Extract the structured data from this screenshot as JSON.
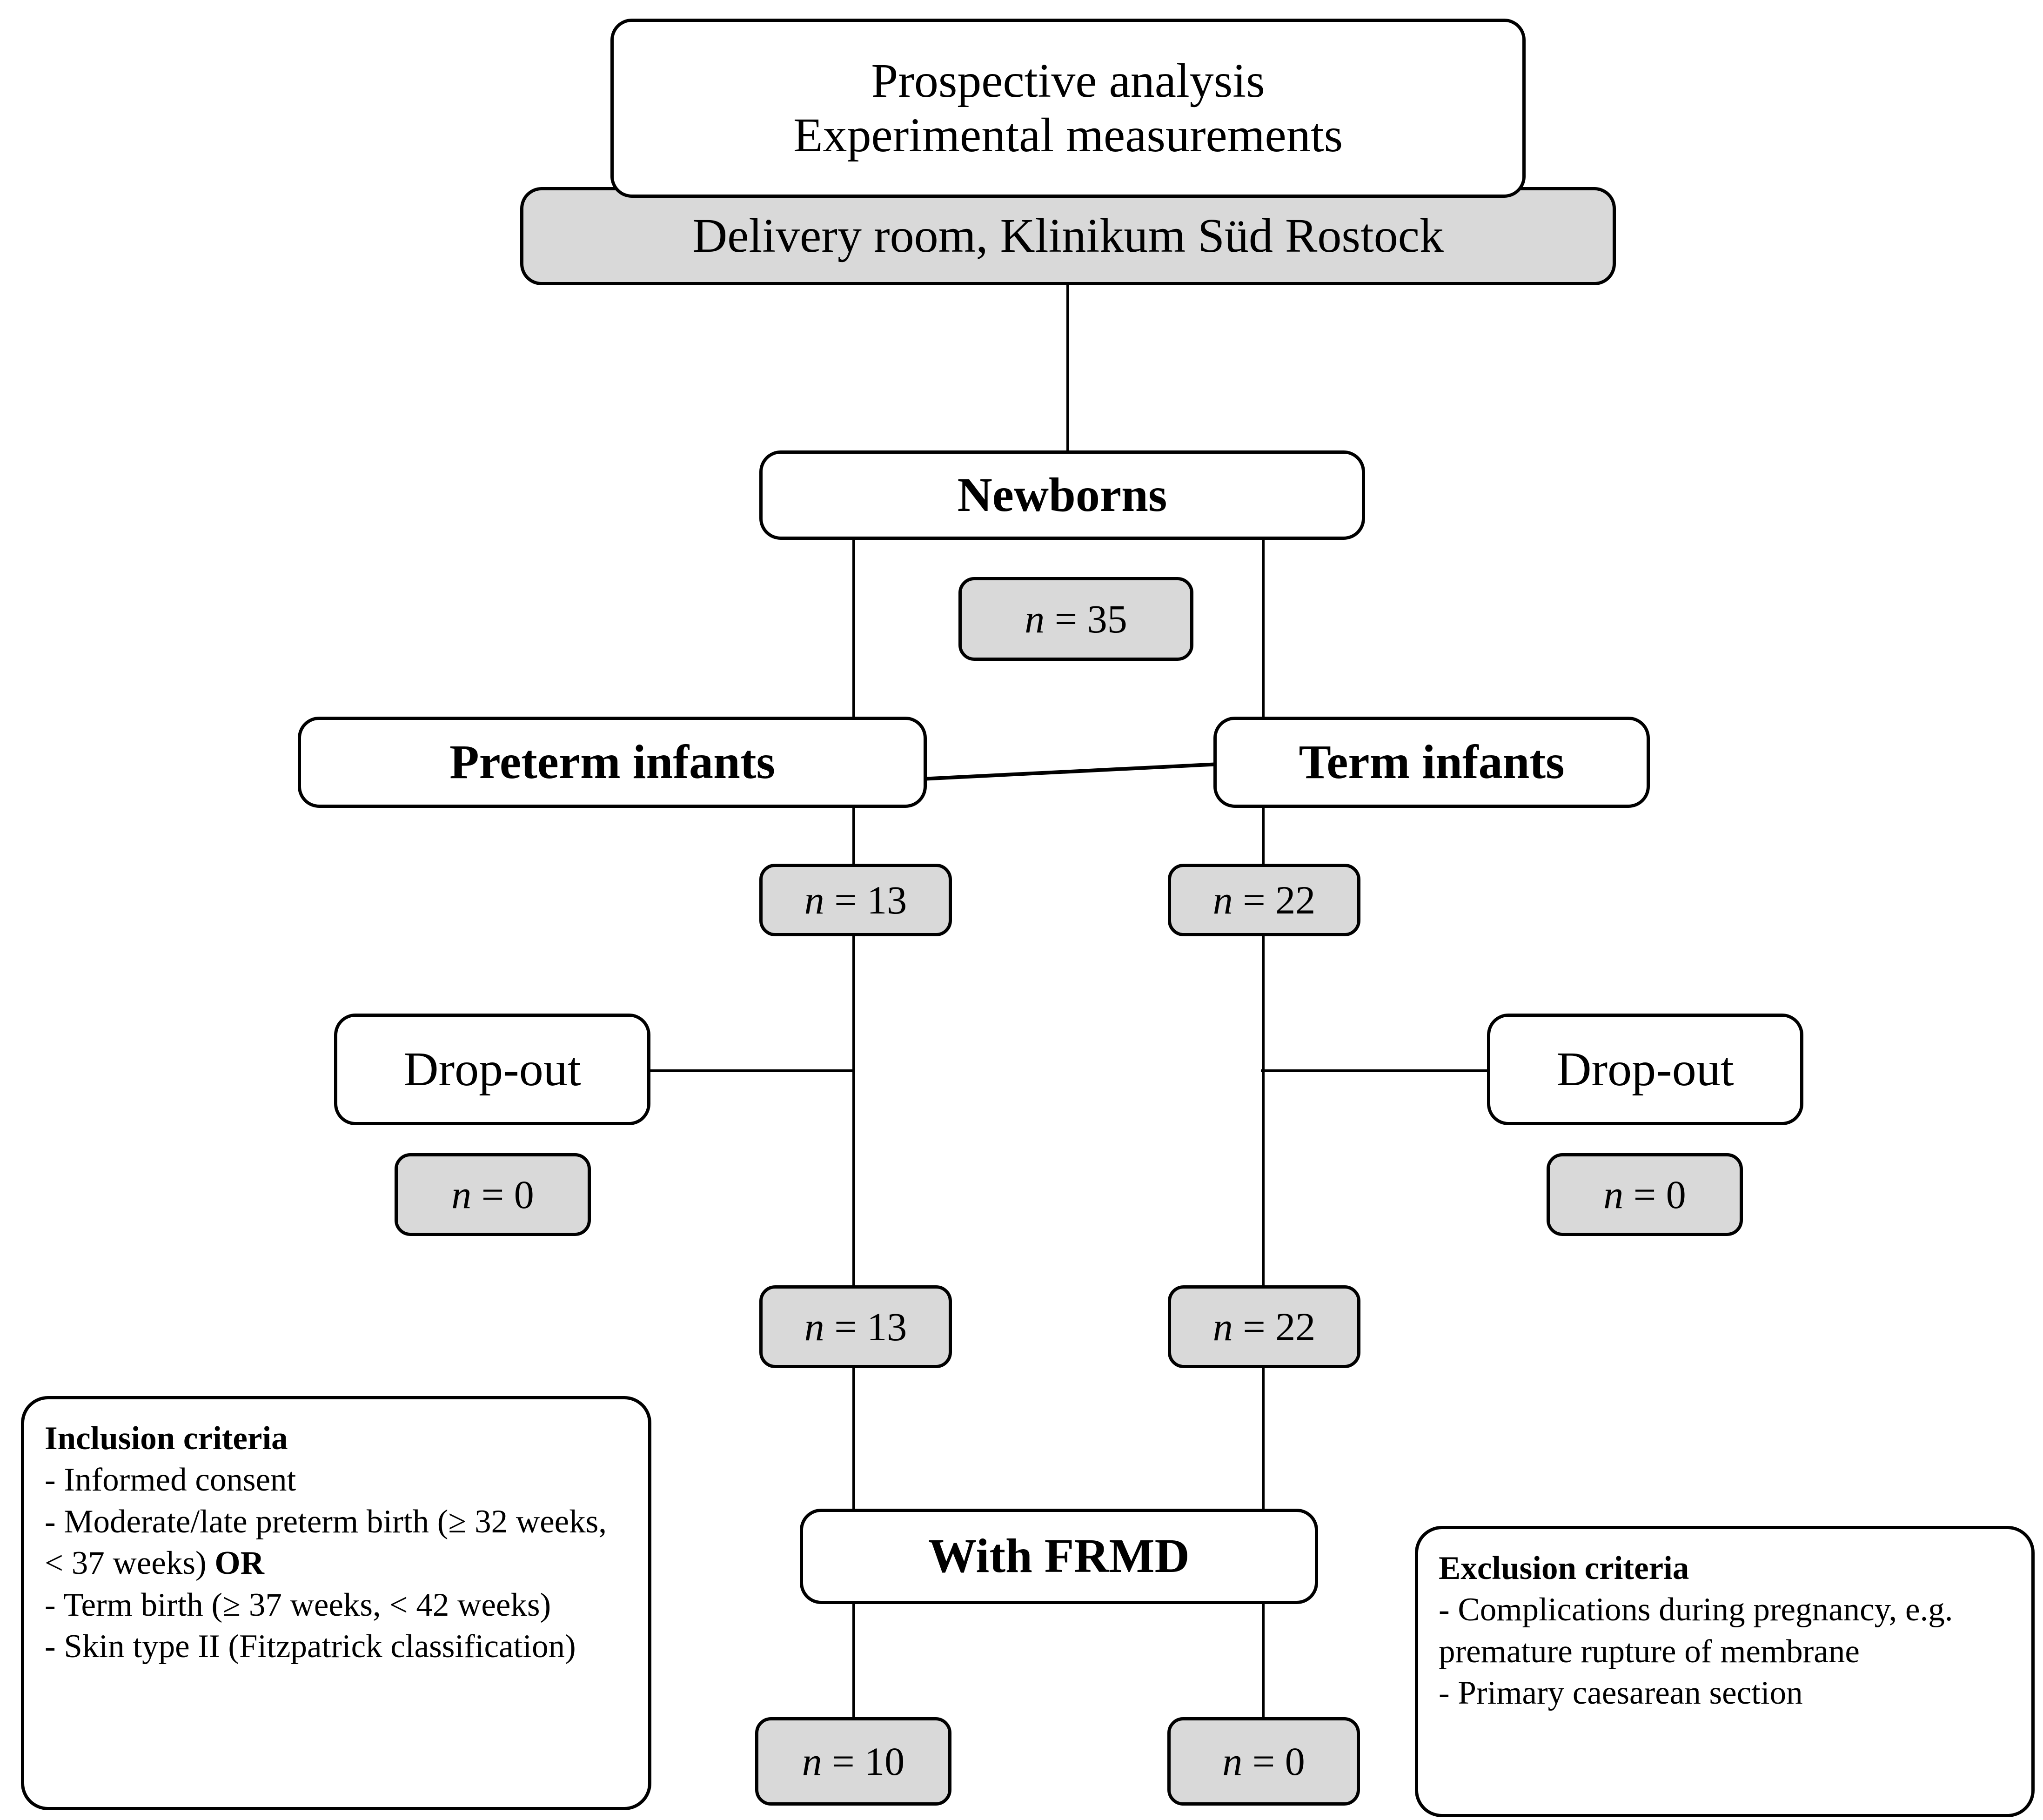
{
  "diagram": {
    "title_box": {
      "line1": "Prospective analysis",
      "line2": "Experimental measurements"
    },
    "setting_box": {
      "label": "Delivery room, Klinikum Süd Rostock"
    },
    "newborns_box": {
      "label": "Newborns"
    },
    "newborns_count": {
      "var": "n",
      "eq": " = ",
      "value": "35"
    },
    "preterm_box": {
      "label": "Preterm infants"
    },
    "term_box": {
      "label": "Term infants"
    },
    "preterm_count": {
      "var": "n",
      "eq": " = ",
      "value": "13"
    },
    "term_count": {
      "var": "n",
      "eq": " = ",
      "value": "22"
    },
    "dropout_left": {
      "label": "Drop-out"
    },
    "dropout_right": {
      "label": "Drop-out"
    },
    "dropout_left_count": {
      "var": "n",
      "eq": " = ",
      "value": "0"
    },
    "dropout_right_count": {
      "var": "n",
      "eq": " = ",
      "value": "0"
    },
    "preterm_after_count": {
      "var": "n",
      "eq": " = ",
      "value": "13"
    },
    "term_after_count": {
      "var": "n",
      "eq": " = ",
      "value": "22"
    },
    "frmd_box": {
      "label": "With FRMD"
    },
    "frmd_preterm_count": {
      "var": "n",
      "eq": " = ",
      "value": "10"
    },
    "frmd_term_count": {
      "var": "n",
      "eq": " = ",
      "value": "0"
    },
    "inclusion": {
      "heading": "Inclusion criteria",
      "items": [
        "- Informed consent",
        "- Moderate/late preterm birth (≥ 32 weeks, < 37 weeks) ",
        "- Term birth (≥ 37 weeks, < 42 weeks)",
        "- Skin type II (Fitzpatrick classification)"
      ],
      "or_token": "OR"
    },
    "exclusion": {
      "heading": "Exclusion criteria",
      "items": [
        "- Complications during pregnancy, e.g. premature rupture of membrane",
        "- Primary caesarean section"
      ]
    },
    "colors": {
      "gray_fill": "#d9d9d9",
      "stroke": "#000000",
      "white_fill": "#ffffff"
    }
  }
}
